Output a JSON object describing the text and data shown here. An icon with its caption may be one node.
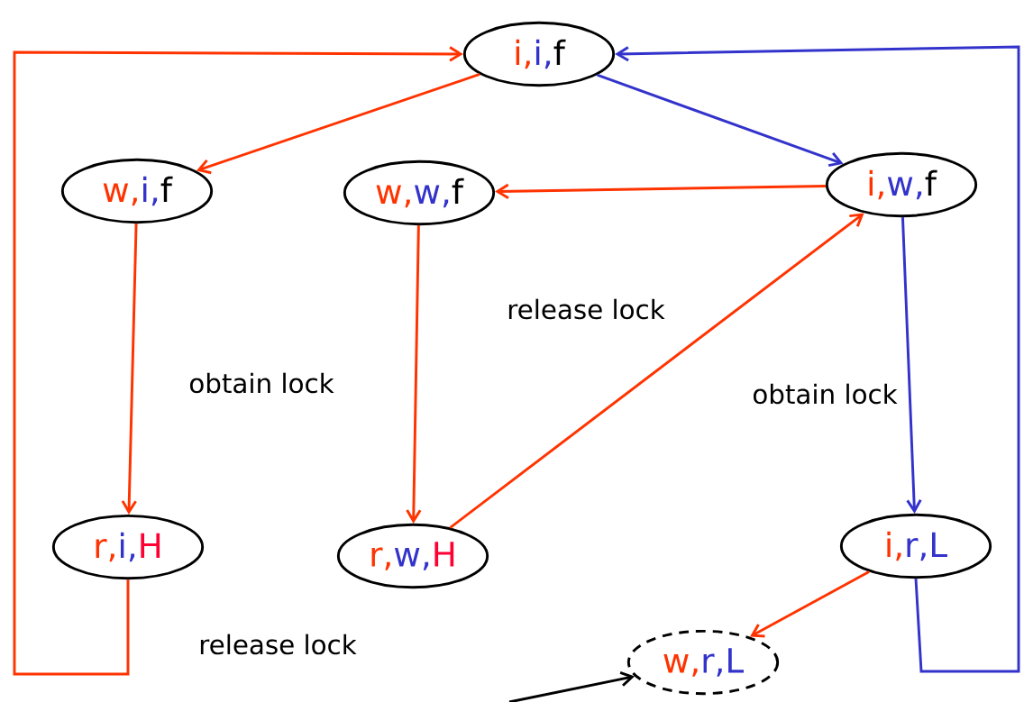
{
  "diagram": {
    "nodes": [
      {
        "text": [
          "i,",
          "i,",
          "f"
        ]
      },
      {
        "text": [
          "w,",
          "i,",
          "f"
        ]
      },
      {
        "text": [
          "w,",
          "w,",
          "f"
        ]
      },
      {
        "text": [
          "i,",
          "w,",
          "f"
        ]
      },
      {
        "text": [
          "r,",
          "i,",
          "H"
        ]
      },
      {
        "text": [
          "r,",
          "w,",
          "H"
        ]
      },
      {
        "text": [
          "i,",
          "r,",
          "L"
        ]
      },
      {
        "text": [
          "w,",
          "r,",
          "L"
        ]
      }
    ],
    "edges": [
      {
        "from": 0,
        "to": 1,
        "arrow": "to"
      },
      {
        "from": 0,
        "to": 3,
        "arrow": "to",
        "color": "#3333cc"
      },
      {
        "from": 3,
        "to": 2,
        "arrow": "to"
      },
      {
        "from": 1,
        "to": 4,
        "arrow": "to",
        "label": "obtain lock"
      },
      {
        "from": 2,
        "to": 5,
        "arrow": "to"
      },
      {
        "from": 5,
        "to": 3,
        "arrow": "to",
        "label": "release lock"
      },
      {
        "from": 3,
        "to": 6,
        "arrow": "to",
        "label": "obtain lock",
        "color": "#3333cc"
      },
      {
        "from": 4,
        "to": 0,
        "arrow": "to",
        "label": "release lock"
      },
      {
        "from": 6,
        "to": 0,
        "arrow": "to",
        "color": "#3333cc"
      },
      {
        "from": 6,
        "to": 7,
        "arrow": "to"
      },
      {
        "from": null,
        "to": 7,
        "arrow": "to",
        "color": "#000000"
      }
    ]
  }
}
